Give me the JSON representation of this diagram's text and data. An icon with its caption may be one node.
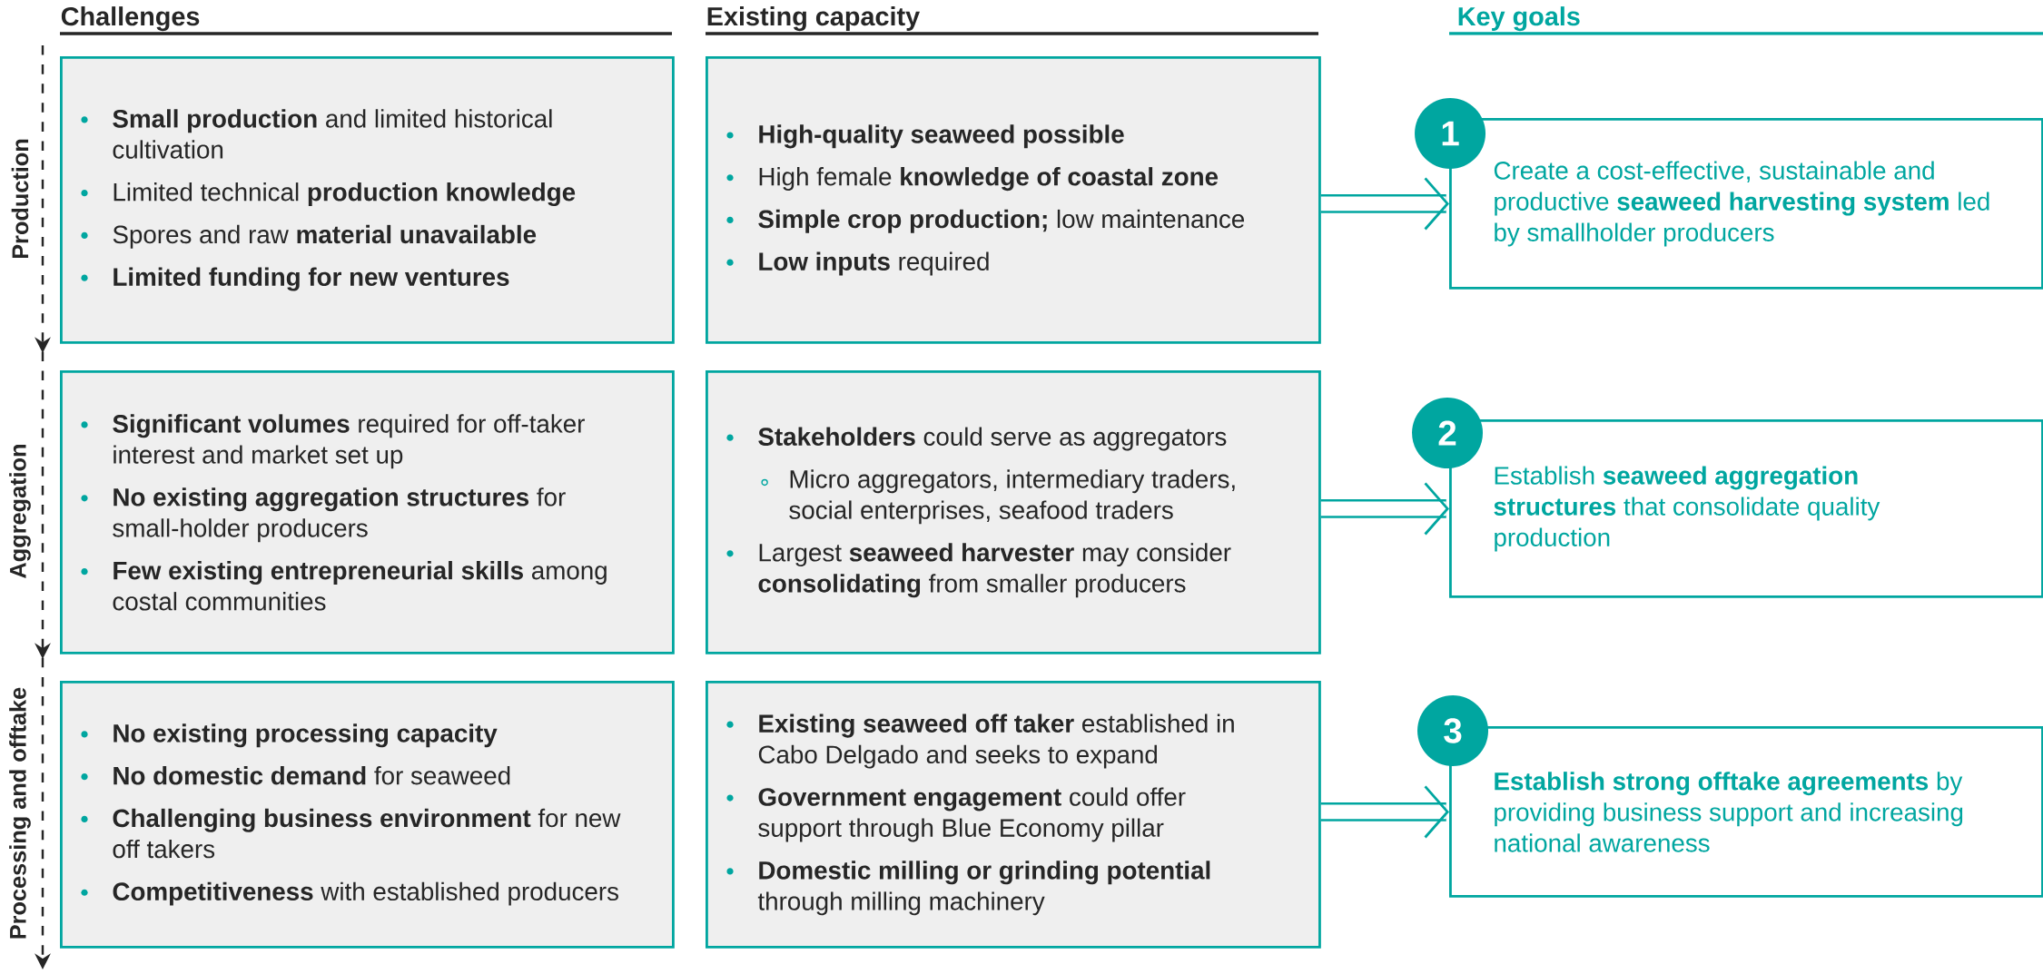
{
  "diagram": {
    "nodes": [
      {
        "text": [
          "**Small production** and limited historical cultivation",
          "Limited technical **production knowledge**",
          "Spores and raw **material unavailable**",
          "**Limited funding for new ventures**"
        ]
      },
      {
        "text": [
          "**High-quality seaweed possible**",
          "High female **knowledge of coastal zone**",
          "**Simple crop production;** low maintenance",
          "**Low inputs** required"
        ]
      },
      {
        "text": [
          "1",
          "Create a cost-effective, sustainable and productive **seaweed harvesting system** led by smallholder producers"
        ]
      },
      {
        "text": [
          "**Significant volumes** required for off-taker interest and market set up",
          "**No existing aggregation structures** for small-holder producers",
          "**Few existing entrepreneurial skills** among costal communities"
        ]
      },
      {
        "text": [
          "**Stakeholders** could serve as aggregators",
          "Micro aggregators, intermediary traders, social enterprises, seafood traders",
          "Largest **seaweed harvester** may consider **consolidating** from smaller producers"
        ]
      },
      {
        "text": [
          "2",
          "Establish **seaweed aggregation structures** that consolidate quality production"
        ]
      },
      {
        "text": [
          "**No existing processing capacity**",
          "**No domestic demand** for seaweed",
          "**Challenging business environment** for new off takers",
          "**Competitiveness** with established producers"
        ]
      },
      {
        "text": [
          "**Existing seaweed off taker** established in Cabo Delgado and seeks to expand",
          "**Government engagement** could offer support through Blue Economy pillar",
          "**Domestic milling or grinding potential** through milling machinery"
        ]
      },
      {
        "text": [
          "3",
          "**Establish strong offtake agreements** by providing business support and increasing national awareness"
        ]
      }
    ],
    "edges": [
      {
        "from": 1,
        "to": 2,
        "arrow": "to"
      },
      {
        "from": 4,
        "to": 5,
        "arrow": "to"
      },
      {
        "from": 7,
        "to": 8,
        "arrow": "to"
      }
    ],
    "labels": [
      "Challenges",
      "Existing capacity",
      "Key goals",
      "Production",
      "Aggregation",
      "Processing and offtake"
    ]
  }
}
